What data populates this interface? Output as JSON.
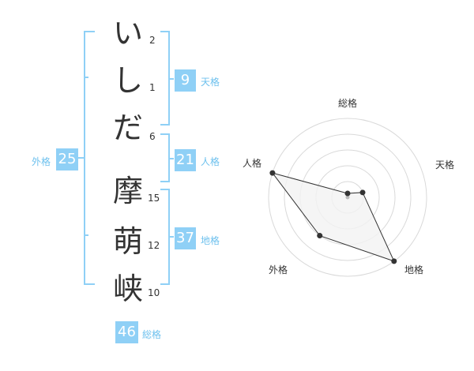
{
  "name": {
    "chars": [
      {
        "char": "い",
        "strokes": "2"
      },
      {
        "char": "し",
        "strokes": "1"
      },
      {
        "char": "だ",
        "strokes": "6"
      },
      {
        "char": "摩",
        "strokes": "15"
      },
      {
        "char": "萌",
        "strokes": "12"
      },
      {
        "char": "峡",
        "strokes": "10"
      }
    ]
  },
  "scores": {
    "tenkaku": {
      "value": "9",
      "label": "天格"
    },
    "jinkaku": {
      "value": "21",
      "label": "人格"
    },
    "chikaku": {
      "value": "37",
      "label": "地格"
    },
    "gaikaku": {
      "value": "25",
      "label": "外格"
    },
    "soukaku": {
      "value": "46",
      "label": "総格"
    }
  },
  "colors": {
    "accent": "#8fd0f6",
    "bracket": "#8fd0f6",
    "label": "#6ec1ee",
    "radar_fill": "#f2f2f2",
    "radar_line": "#333333",
    "grid": "#d9d9d9"
  },
  "chart_data": {
    "type": "radar",
    "axes": [
      "総格",
      "天格",
      "地格",
      "外格",
      "人格"
    ],
    "values": [
      0.05,
      0.2,
      1.0,
      0.6,
      1.0
    ],
    "max": 1.0,
    "rings": 5
  }
}
